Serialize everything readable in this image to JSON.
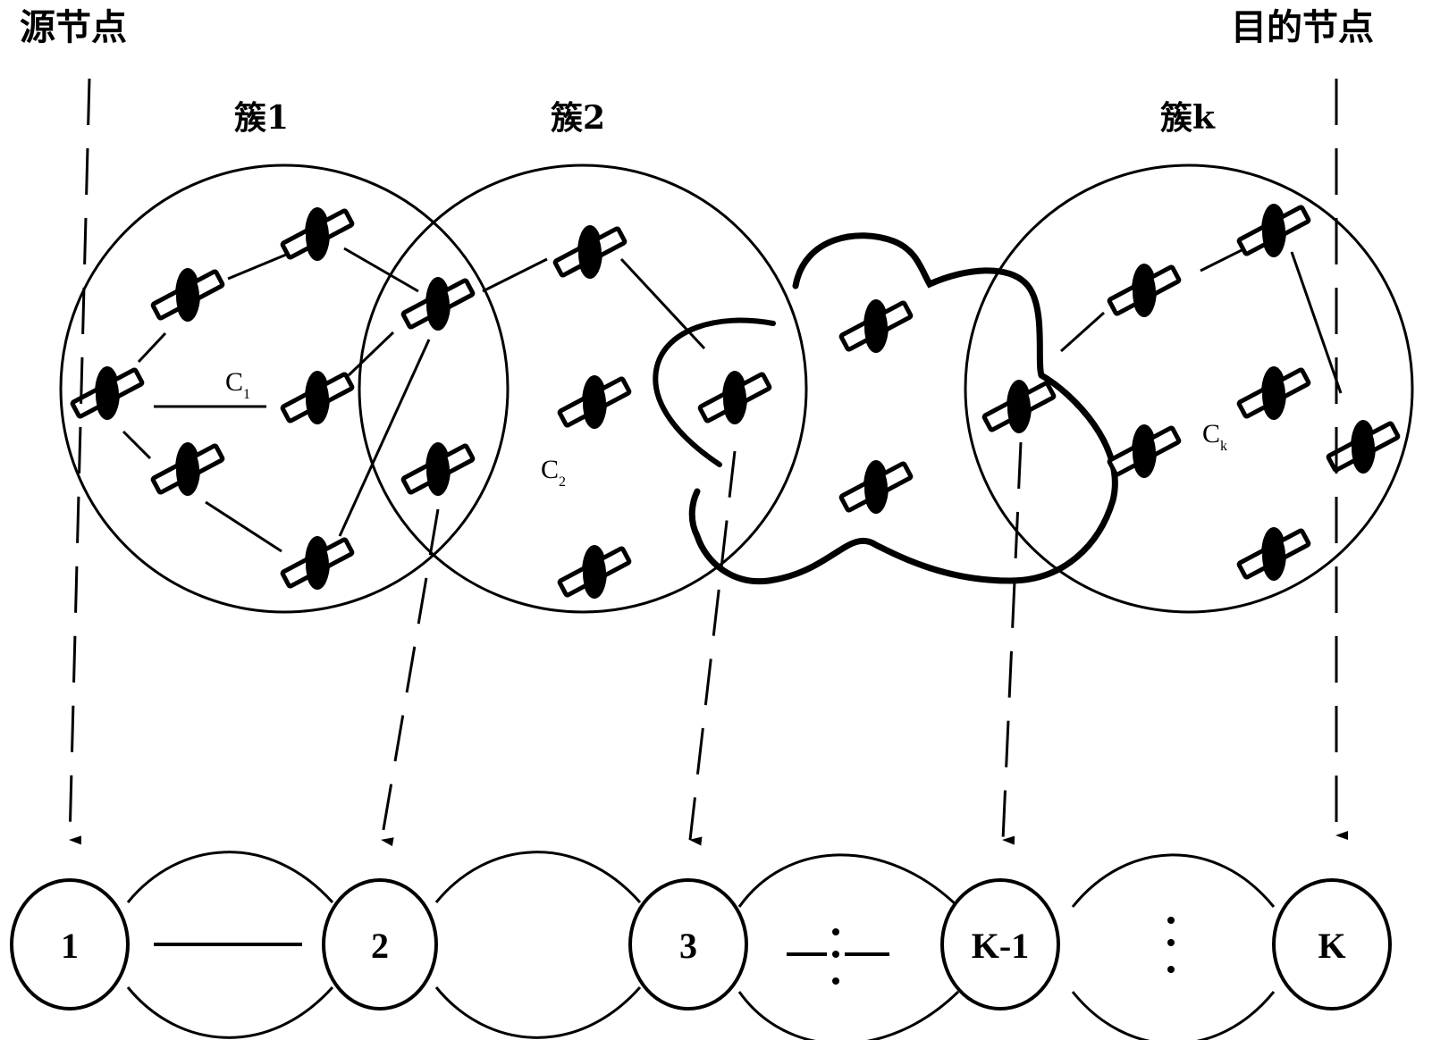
{
  "labels": {
    "source_node": "源节点",
    "destination_node": "目的节点"
  },
  "clusters": [
    {
      "id": "cluster-1",
      "title": "簇1",
      "member_label": "C",
      "member_sub": "1"
    },
    {
      "id": "cluster-2",
      "title": "簇2",
      "member_label": "C",
      "member_sub": "2"
    },
    {
      "id": "cluster-k",
      "title": "簇k",
      "member_label": "C",
      "member_sub": "k"
    }
  ],
  "chain": {
    "nodes": [
      "1",
      "2",
      "3",
      "K-1",
      "K"
    ],
    "links": [
      {
        "from": "1",
        "to": "2",
        "style": "single-line"
      },
      {
        "from": "2",
        "to": "3",
        "style": "vertical-ellipsis"
      },
      {
        "from": "3",
        "to": "K-1",
        "style": "dashed-ellipsis"
      },
      {
        "from": "K-1",
        "to": "K",
        "style": "vertical-ellipsis"
      }
    ]
  },
  "mappings": [
    {
      "from": "source-node",
      "to": "1"
    },
    {
      "from": "cluster-1/cluster-2-gateway",
      "to": "2"
    },
    {
      "from": "cluster-2-gateway",
      "to": "3"
    },
    {
      "from": "cluster-k-gateway",
      "to": "K-1"
    },
    {
      "from": "destination-node",
      "to": "K"
    }
  ],
  "colors": {
    "stroke": "#000000",
    "background": "#ffffff"
  }
}
